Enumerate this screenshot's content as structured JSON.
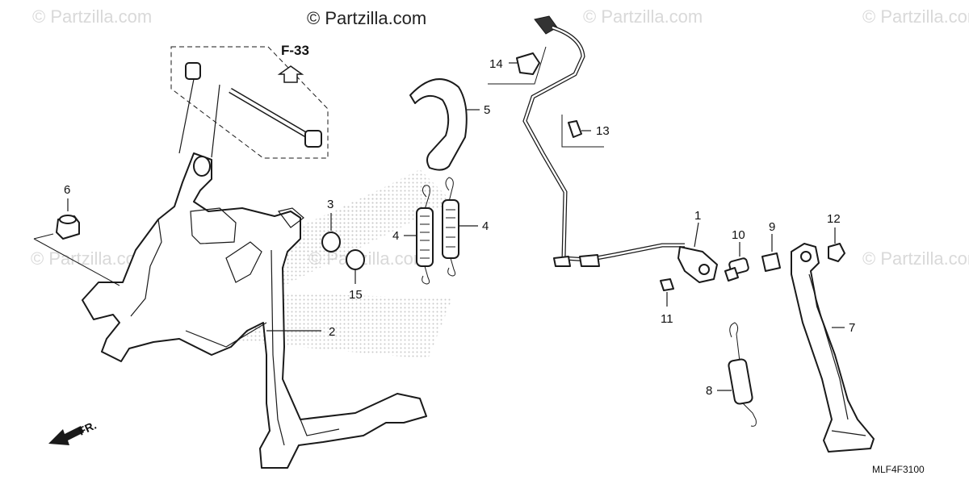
{
  "watermarks": {
    "main": "© Partzilla.com",
    "faint": "© Partzilla.com"
  },
  "reference": {
    "label": "F-33"
  },
  "direction": {
    "label": "FR."
  },
  "diagram_code": "MLF4F3100",
  "callouts": {
    "p1": "1",
    "p2": "2",
    "p3": "3",
    "p4a": "4",
    "p4b": "4",
    "p5": "5",
    "p6": "6",
    "p7": "7",
    "p8": "8",
    "p9": "9",
    "p10": "10",
    "p11": "11",
    "p12": "12",
    "p13": "13",
    "p14": "14",
    "p15": "15"
  },
  "colors": {
    "line": "#1a1a1a",
    "watermark": "#d9d9d9",
    "halftone": "#cfcfcf"
  }
}
